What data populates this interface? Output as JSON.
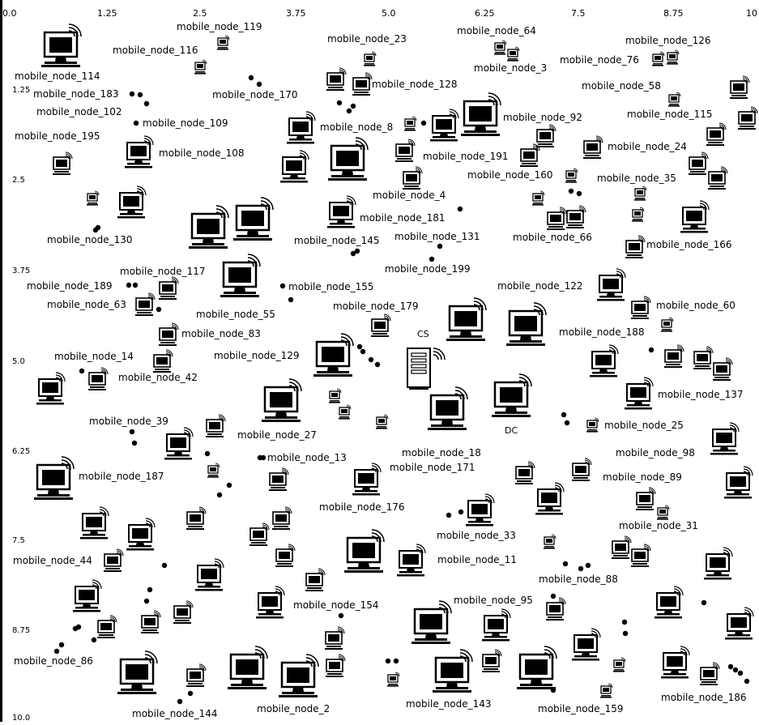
{
  "axis": {
    "x_ticks": [
      "0.0",
      "1.25",
      "2.5",
      "3.75",
      "5.0",
      "6.25",
      "7.5",
      "8.75",
      "10"
    ],
    "y_ticks": [
      "1.25",
      "2.5",
      "3.75",
      "5.0",
      "6.25",
      "7.5",
      "8.75",
      "10.0"
    ]
  },
  "center_labels": {
    "cs": "CS",
    "dc": "DC"
  },
  "node_labels": [
    "mobile_node_119",
    "mobile_node_114",
    "mobile_node_116",
    "mobile_node_23",
    "mobile_node_64",
    "mobile_node_126",
    "mobile_node_3",
    "mobile_node_76",
    "mobile_node_183",
    "mobile_node_128",
    "mobile_node_170",
    "mobile_node_58",
    "mobile_node_102",
    "mobile_node_109",
    "mobile_node_8",
    "mobile_node_92",
    "mobile_node_115",
    "mobile_node_195",
    "mobile_node_108",
    "mobile_node_191",
    "mobile_node_24",
    "mobile_node_160",
    "mobile_node_35",
    "mobile_node_4",
    "mobile_node_181",
    "mobile_node_130",
    "mobile_node_145",
    "mobile_node_131",
    "mobile_node_66",
    "mobile_node_166",
    "mobile_node_199",
    "mobile_node_117",
    "mobile_node_189",
    "mobile_node_155",
    "mobile_node_122",
    "mobile_node_63",
    "mobile_node_55",
    "mobile_node_179",
    "mobile_node_60",
    "mobile_node_83",
    "mobile_node_188",
    "mobile_node_14",
    "mobile_node_129",
    "mobile_node_42",
    "mobile_node_137",
    "mobile_node_39",
    "mobile_node_27",
    "mobile_node_25",
    "mobile_node_18",
    "mobile_node_98",
    "mobile_node_13",
    "mobile_node_171",
    "mobile_node_187",
    "mobile_node_89",
    "mobile_node_176",
    "mobile_node_31",
    "mobile_node_33",
    "mobile_node_44",
    "mobile_node_11",
    "mobile_node_88",
    "mobile_node_154",
    "mobile_node_95",
    "mobile_node_86",
    "mobile_node_143",
    "mobile_node_144",
    "mobile_node_2",
    "mobile_node_159",
    "mobile_node_186"
  ]
}
